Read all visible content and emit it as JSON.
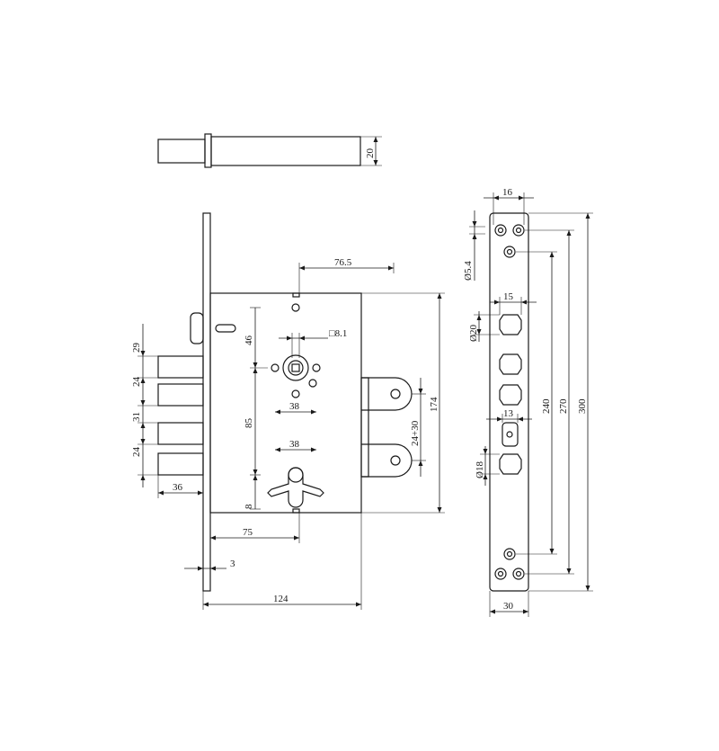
{
  "dimensions": {
    "bolt_diameter": "20",
    "faceplate_width_top": "16",
    "screw_hole": "Ø5.4",
    "backset_top": "76.5",
    "spindle_square": "□8.1",
    "spacing_46": "46",
    "spacing_85": "85",
    "hub_to_hub_38_top": "38",
    "hub_to_hub_38_bottom": "38",
    "bolt_gap_29": "29",
    "bolt_gap_24_a": "24",
    "bolt_gap_31": "31",
    "bolt_gap_24_b": "24",
    "bolt_throw": "36",
    "cylinder_offset": "8",
    "backset_75": "75",
    "plate_thickness": "3",
    "case_depth": "124",
    "latch_spacing": "24+30",
    "case_height": "174",
    "faceplate_inner_width": "15",
    "slot_diameter": "Ø20",
    "slot_width_13": "13",
    "round_hole": "Ø18",
    "length_240": "240",
    "length_270": "270",
    "length_300": "300",
    "faceplate_width_bottom": "30"
  }
}
